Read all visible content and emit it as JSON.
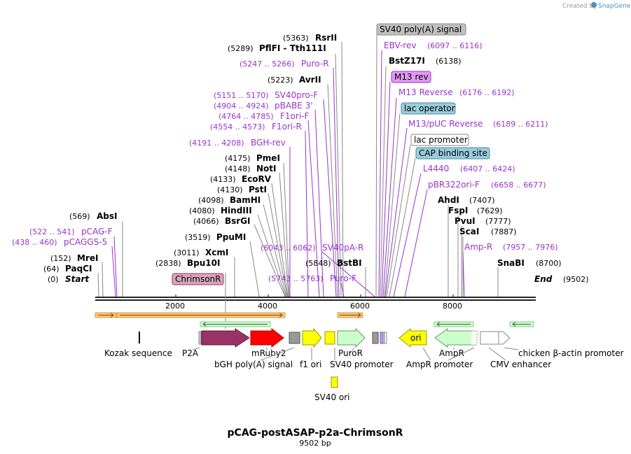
{
  "watermark": {
    "prefix": "Created by",
    "brand": "SnapGene"
  },
  "title": "pCAG-postASAP-p2a-ChrimsonR",
  "length_label": "9502 bp",
  "total_bp": 9502,
  "ticks": [
    "2000",
    "4000",
    "6000",
    "8000"
  ],
  "left_labels": [
    {
      "pos": "(569)",
      "name": "AbsI",
      "kind": "enzyme"
    },
    {
      "pos": "(522 .. 541)",
      "name": "pCAG-F",
      "kind": "primer"
    },
    {
      "pos": "(438 .. 460)",
      "name": "pCAGGS-5",
      "kind": "primer"
    },
    {
      "pos": "(152)",
      "name": "MreI",
      "kind": "enzyme"
    },
    {
      "pos": "(64)",
      "name": "PaqCI",
      "kind": "enzyme"
    },
    {
      "pos": "(0)",
      "name": "Start",
      "kind": "start"
    }
  ],
  "mid_left_labels": [
    {
      "pos": "(3519)",
      "name": "PpuMI"
    },
    {
      "pos": "(3011)",
      "name": "XcmI"
    },
    {
      "pos": "(2838)",
      "name": "Bpu10I"
    }
  ],
  "center_labels": [
    {
      "pos": "(5363)",
      "name": "RsrII",
      "kind": "enzyme"
    },
    {
      "pos": "(5289)",
      "name": "PflFI - Tth111I",
      "kind": "enzyme"
    },
    {
      "pos": "(5247 .. 5266)",
      "name": "Puro-R",
      "kind": "primer"
    },
    {
      "pos": "(5223)",
      "name": "AvrII",
      "kind": "enzyme"
    },
    {
      "pos": "(5151 .. 5170)",
      "name": "SV40pro-F",
      "kind": "primer"
    },
    {
      "pos": "(4904 .. 4924)",
      "name": "pBABE 3'",
      "kind": "primer"
    },
    {
      "pos": "(4764 .. 4785)",
      "name": "F1ori-F",
      "kind": "primer"
    },
    {
      "pos": "(4554 .. 4573)",
      "name": "F1ori-R",
      "kind": "primer"
    },
    {
      "pos": "(4191 .. 4208)",
      "name": "BGH-rev",
      "kind": "primer"
    },
    {
      "pos": "(4175)",
      "name": "PmeI",
      "kind": "enzyme"
    },
    {
      "pos": "(4148)",
      "name": "NotI",
      "kind": "enzyme"
    },
    {
      "pos": "(4133)",
      "name": "EcoRV",
      "kind": "enzyme"
    },
    {
      "pos": "(4130)",
      "name": "PstI",
      "kind": "enzyme"
    },
    {
      "pos": "(4098)",
      "name": "BamHI",
      "kind": "enzyme"
    },
    {
      "pos": "(4080)",
      "name": "HindIII",
      "kind": "enzyme"
    },
    {
      "pos": "(4066)",
      "name": "BsrGI",
      "kind": "enzyme"
    }
  ],
  "lower_center_labels": [
    {
      "pos": "(6043 .. 6062)",
      "name": "SV40pA-R",
      "kind": "primer"
    },
    {
      "pos": "(5848)",
      "name": "BstBI",
      "kind": "enzyme"
    },
    {
      "pos": "(5743 .. 5763)",
      "name": "Puro-F",
      "kind": "primer"
    }
  ],
  "right_labels": [
    {
      "name": "SV40 poly(A) signal",
      "kind": "boxed",
      "color": "#c0c0c0"
    },
    {
      "name": "EBV-rev",
      "pos": "(6097 .. 6116)",
      "kind": "primer"
    },
    {
      "name": "BstZ17I",
      "pos": "(6138)",
      "kind": "enzyme"
    },
    {
      "name": "M13 rev",
      "kind": "boxed",
      "color": "#e199f0"
    },
    {
      "name": "M13 Reverse",
      "pos": "(6176 .. 6192)",
      "kind": "primer"
    },
    {
      "name": "lac operator",
      "kind": "boxed",
      "color": "#99ccdd"
    },
    {
      "name": "M13/pUC Reverse",
      "pos": "(6189 .. 6211)",
      "kind": "primer"
    },
    {
      "name": "lac promoter",
      "kind": "boxed",
      "color": "#ffffff"
    },
    {
      "name": "CAP binding site",
      "kind": "boxed",
      "color": "#99ccdd"
    },
    {
      "name": "L4440",
      "pos": "(6407 .. 6424)",
      "kind": "primer"
    },
    {
      "name": "pBR322ori-F",
      "pos": "(6658 .. 6677)",
      "kind": "primer"
    },
    {
      "name": "AhdI",
      "pos": "(7407)",
      "kind": "enzyme"
    },
    {
      "name": "FspI",
      "pos": "(7629)",
      "kind": "enzyme"
    },
    {
      "name": "PvuI",
      "pos": "(7777)",
      "kind": "enzyme"
    },
    {
      "name": "ScaI",
      "pos": "(7887)",
      "kind": "enzyme"
    },
    {
      "name": "Amp-R",
      "pos": "(7957 .. 7976)",
      "kind": "primer"
    },
    {
      "name": "SnaBI",
      "pos": "(8700)",
      "kind": "enzyme"
    },
    {
      "name": "End",
      "pos": "(9502)",
      "kind": "end"
    }
  ],
  "chrimson_box": {
    "name": "ChrimsonR",
    "color": "#d9a7b7"
  },
  "features": [
    {
      "name": "Kozak sequence",
      "color": "#000000"
    },
    {
      "name": "P2A",
      "color": "#cccccc"
    },
    {
      "name": "bGH poly(A) signal",
      "color": "#993366"
    },
    {
      "name": "mRuby2",
      "color": "#ff0000"
    },
    {
      "name": "f1 ori",
      "color": "#999999"
    },
    {
      "name": "SV40 promoter",
      "color": "#ffff00"
    },
    {
      "name": "PuroR",
      "color": "#ccffcc"
    },
    {
      "name": "SV40 ori",
      "color": "#ffff00"
    },
    {
      "name": "ori",
      "color": "#ffff00"
    },
    {
      "name": "AmpR promoter",
      "color": "#ffffff"
    },
    {
      "name": "AmpR",
      "color": "#ccffcc"
    },
    {
      "name": "CMV enhancer",
      "color": "#ffffff"
    },
    {
      "name": "chicken β-actin promoter",
      "color": "#ffffff"
    }
  ]
}
